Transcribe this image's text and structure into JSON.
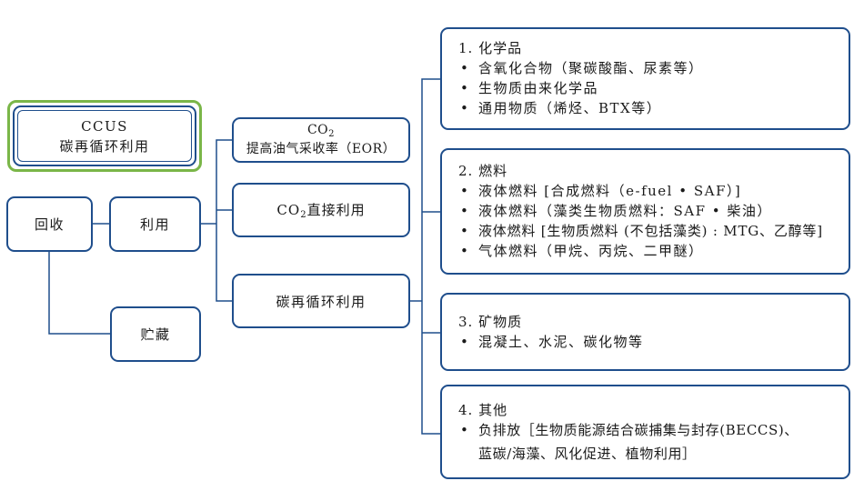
{
  "ccus": {
    "line1": "CCUS",
    "line2": "碳再循环利用"
  },
  "capture": "回收",
  "utilization": "利用",
  "storage": "贮藏",
  "usage": {
    "eor": {
      "prefix": "CO",
      "sub": "2",
      "rest": "提高油气采收率（EOR）"
    },
    "direct": {
      "prefix": "CO",
      "sub": "2",
      "rest": "直接利用"
    },
    "recycle": "碳再循环利用"
  },
  "categories": [
    {
      "title": "1. 化学品",
      "items": [
        "含氧化合物（聚碳酸酯、尿素等）",
        "生物质由来化学品",
        "通用物质（烯烃、BTX等）"
      ]
    },
    {
      "title": "2. 燃料",
      "items": [
        "液体燃料 [合成燃料（e-fuel • SAF）]",
        "液体燃料（藻类生物质燃料：SAF • 柴油）",
        "液体燃料 [生物质燃料 (不包括藻类) : MTG、乙醇等]",
        "气体燃料（甲烷、丙烷、二甲醚）"
      ]
    },
    {
      "title": "3. 矿物质",
      "items": [
        "混凝土、水泥、碳化物等"
      ]
    },
    {
      "title": "4. 其他",
      "items": [
        "负排放［生物质能源结合碳捕集与封存(BECCS)、"
      ],
      "continuation": "蓝碳/海藻、风化促进、植物利用］"
    }
  ]
}
